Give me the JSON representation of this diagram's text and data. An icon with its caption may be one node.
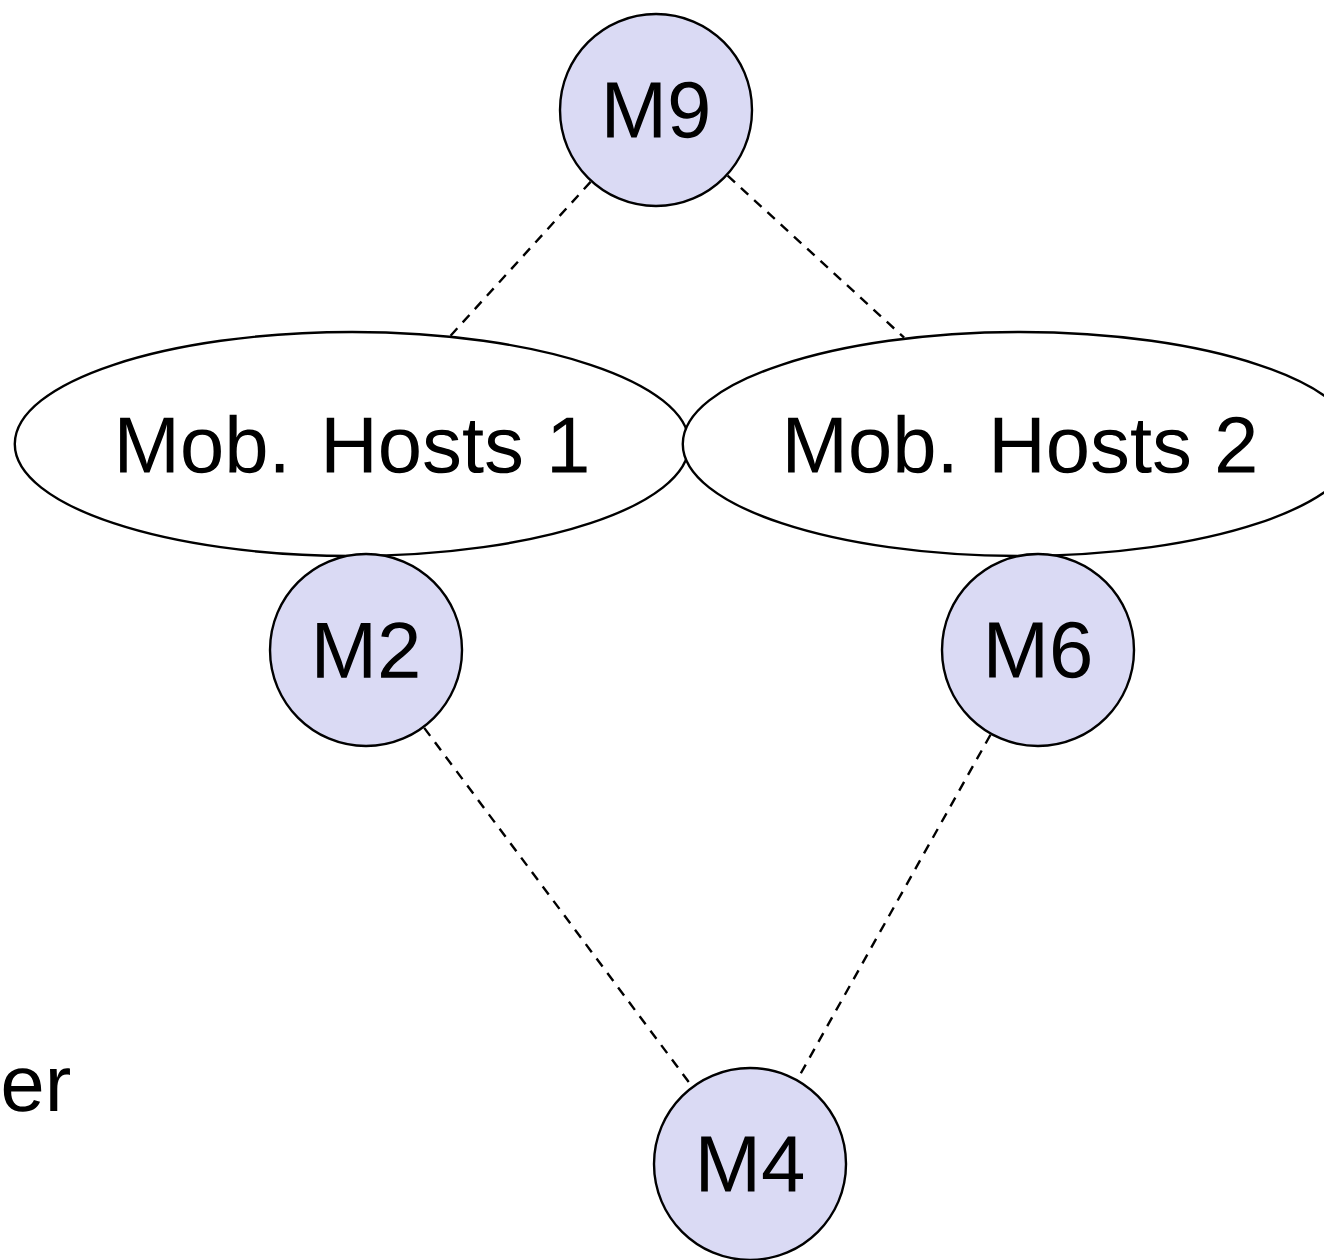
{
  "diagram": {
    "nodes": [
      {
        "text": [
          "M9"
        ]
      },
      {
        "text": [
          "Mob. Hosts 1"
        ]
      },
      {
        "text": [
          "Mob. Hosts 2"
        ]
      },
      {
        "text": [
          "M2"
        ]
      },
      {
        "text": [
          "M6"
        ]
      },
      {
        "text": [
          "M4"
        ]
      }
    ],
    "edges": [
      {
        "from": 0,
        "to": 1,
        "arrow": "none",
        "style": "dashed"
      },
      {
        "from": 0,
        "to": 2,
        "arrow": "none",
        "style": "dashed"
      },
      {
        "from": 3,
        "to": 5,
        "arrow": "none",
        "style": "dashed"
      },
      {
        "from": 4,
        "to": 5,
        "arrow": "none",
        "style": "dashed"
      }
    ],
    "labels": [
      "er"
    ]
  }
}
